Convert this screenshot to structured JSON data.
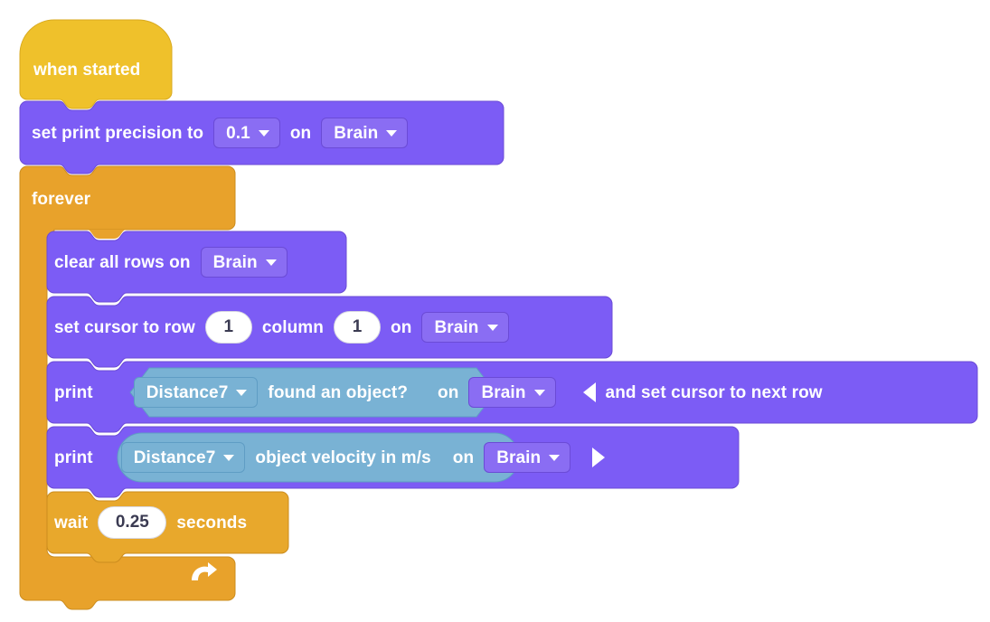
{
  "workspace": {
    "background_color": "#ffffff",
    "palette": {
      "event_yellow": "#EFC12B",
      "event_yellow_stroke": "#D8A91F",
      "control_orange": "#E8A22B",
      "control_orange_stroke": "#CB8C1E",
      "looks_purple": "#7C5CF5",
      "looks_purple_stroke": "#6B4BD6",
      "looks_purple_field": "#8A6DF3",
      "sensing_teal": "#79B2D4",
      "sensing_teal_stroke": "#5F9DC4",
      "input_white": "#FFFFFF",
      "input_text": "#3B3B52"
    }
  },
  "script": {
    "hat": {
      "id": "when-started",
      "label": "when started",
      "category": "event"
    },
    "blocks": [
      {
        "id": "set-print-precision",
        "category": "looks",
        "parts": [
          {
            "type": "text",
            "value": "set print precision to"
          },
          {
            "type": "dropdown",
            "name": "precision",
            "value": "0.1"
          },
          {
            "type": "text",
            "value": "on"
          },
          {
            "type": "dropdown",
            "name": "device",
            "value": "Brain"
          }
        ]
      },
      {
        "id": "forever",
        "category": "control",
        "label": "forever",
        "loop_arrow": "loop-arrow-icon",
        "children": [
          {
            "id": "clear-all-rows",
            "category": "looks",
            "parts": [
              {
                "type": "text",
                "value": "clear all rows on"
              },
              {
                "type": "dropdown",
                "name": "device",
                "value": "Brain"
              }
            ]
          },
          {
            "id": "set-cursor-to-row-column",
            "category": "looks",
            "parts": [
              {
                "type": "text",
                "value": "set cursor to row"
              },
              {
                "type": "number",
                "name": "row",
                "value": "1"
              },
              {
                "type": "text",
                "value": "column"
              },
              {
                "type": "number",
                "name": "column",
                "value": "1"
              },
              {
                "type": "text",
                "value": "on"
              },
              {
                "type": "dropdown",
                "name": "device",
                "value": "Brain"
              }
            ]
          },
          {
            "id": "print-found-an-object",
            "category": "looks",
            "parts": [
              {
                "type": "text",
                "value": "print"
              },
              {
                "type": "reporter",
                "shape": "boolean",
                "category": "sensing",
                "dropdown": "Distance7",
                "label": "found an object?"
              },
              {
                "type": "text",
                "value": "on"
              },
              {
                "type": "dropdown",
                "name": "device",
                "value": "Brain"
              },
              {
                "type": "arrow",
                "name": "collapse-arrow",
                "direction": "left"
              },
              {
                "type": "text",
                "value": "and set cursor to next row"
              }
            ]
          },
          {
            "id": "print-object-velocity",
            "category": "looks",
            "parts": [
              {
                "type": "text",
                "value": "print"
              },
              {
                "type": "reporter",
                "shape": "oval",
                "category": "sensing",
                "dropdown": "Distance7",
                "label": "object velocity in m/s"
              },
              {
                "type": "text",
                "value": "on"
              },
              {
                "type": "dropdown",
                "name": "device",
                "value": "Brain"
              },
              {
                "type": "arrow",
                "name": "expand-arrow",
                "direction": "right"
              }
            ]
          },
          {
            "id": "wait-seconds",
            "category": "control",
            "parts": [
              {
                "type": "text",
                "value": "wait"
              },
              {
                "type": "number",
                "name": "duration",
                "value": "0.25"
              },
              {
                "type": "text",
                "value": "seconds"
              }
            ]
          }
        ]
      }
    ]
  },
  "strings": {
    "when_started": "when started",
    "set_print_precision_to": "set print precision to",
    "on": "on",
    "forever": "forever",
    "clear_all_rows_on": "clear all rows on",
    "set_cursor_to_row": "set cursor to row",
    "column": "column",
    "print": "print",
    "found_an_object": "found an object?",
    "object_velocity": "object velocity in m/s",
    "and_set_cursor_to_next_row": "and set cursor to next row",
    "wait": "wait",
    "seconds": "seconds",
    "precision_value": "0.1",
    "brain": "Brain",
    "distance7": "Distance7",
    "row_value": "1",
    "column_value": "1",
    "wait_value": "0.25"
  }
}
